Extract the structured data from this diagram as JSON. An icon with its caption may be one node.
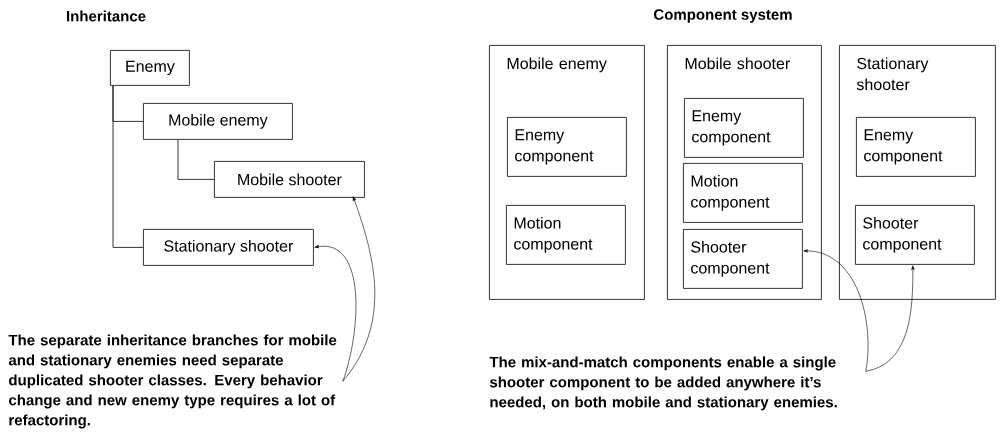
{
  "diagram": {
    "nodes": [
      {
        "text": [
          "Enemy"
        ]
      },
      {
        "text": [
          "Mobile enemy"
        ]
      },
      {
        "text": [
          "Mobile shooter"
        ]
      },
      {
        "text": [
          "Stationary shooter"
        ]
      },
      {
        "text": [
          "The separate inheritance branches for mobile and stationary enemies need separate duplicated shooter classes. Every behavior change and new enemy type requires a lot of refactoring."
        ]
      },
      {
        "text": [
          "Mobile enemy"
        ]
      },
      {
        "text": [
          "Enemy component"
        ],
        "in": 5
      },
      {
        "text": [
          "Motion component"
        ],
        "in": 5
      },
      {
        "text": [
          "Mobile shooter"
        ]
      },
      {
        "text": [
          "Enemy component"
        ],
        "in": 8
      },
      {
        "text": [
          "Motion component"
        ],
        "in": 8
      },
      {
        "text": [
          "Shooter component"
        ],
        "in": 8
      },
      {
        "text": [
          "Stationary shooter"
        ]
      },
      {
        "text": [
          "Enemy component"
        ],
        "in": 12
      },
      {
        "text": [
          "Shooter component"
        ],
        "in": 12
      },
      {
        "text": [
          "The mix-and-match components enable a single shooter component to be added anywhere it’s needed, on both mobile and stationary enemies."
        ]
      }
    ],
    "edges": [
      {
        "from": 0,
        "to": 1,
        "arrow": "none"
      },
      {
        "from": 1,
        "to": 2,
        "arrow": "none"
      },
      {
        "from": 0,
        "to": 3,
        "arrow": "none"
      },
      {
        "from": 4,
        "to": 2,
        "arrow": "to"
      },
      {
        "from": 4,
        "to": 3,
        "arrow": "to"
      },
      {
        "from": 15,
        "to": 11,
        "arrow": "to"
      },
      {
        "from": 15,
        "to": 14,
        "arrow": "to"
      }
    ],
    "labels": [
      "Inheritance",
      "Component system"
    ]
  }
}
